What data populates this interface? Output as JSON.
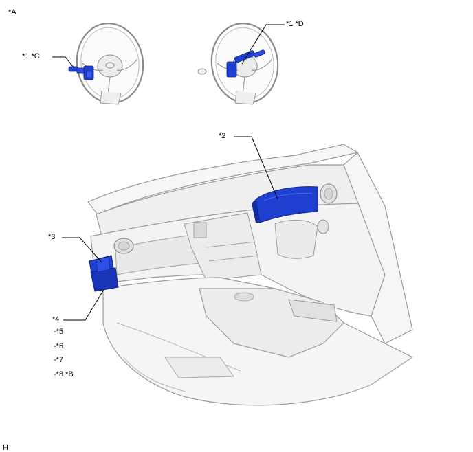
{
  "labels": {
    "view_a": "*A",
    "combo_switch_left": "*1  *C",
    "combo_switch_right": "*1  *D",
    "meter": "*2",
    "ecu": "*3",
    "item4": "*4",
    "item5": "-*5",
    "item6": "-*6",
    "item7": "-*7",
    "item8": "-*8 *B",
    "footer": "H"
  },
  "colors": {
    "component_blue": "#1f3fd0",
    "component_blue_dark": "#0f237e",
    "body_fill": "#f2f2f2",
    "body_stroke": "#9a9a9a",
    "leader": "#000000"
  }
}
